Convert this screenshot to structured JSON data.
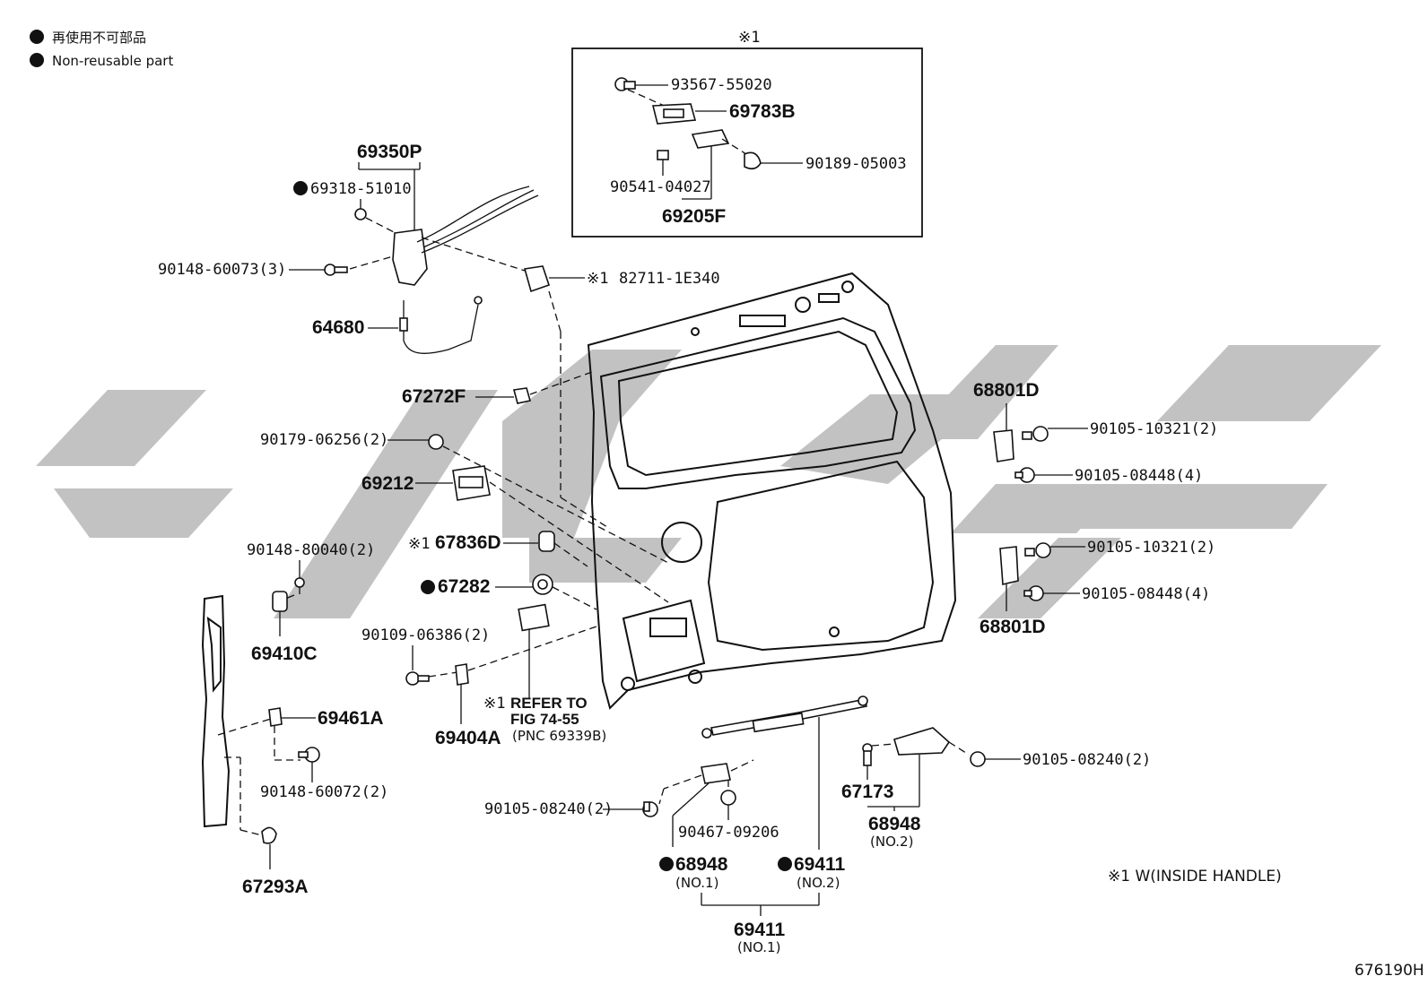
{
  "legend": {
    "ja": "再使用不可部品",
    "en": "Non-reusable part"
  },
  "inset": {
    "marker": "※1",
    "parts": {
      "p93567": "93567-55020",
      "p69783B": "69783B",
      "p90189": "90189-05003",
      "p90541": "90541-04027",
      "p69205F": "69205F"
    }
  },
  "parts": {
    "p69350P": "69350P",
    "p69318": "69318-51010",
    "p90148_60073": "90148-60073(3)",
    "p82711_marker": "※1",
    "p82711": "82711-1E340",
    "p64680": "64680",
    "p67272F": "67272F",
    "p90179": "90179-06256(2)",
    "p69212": "69212",
    "p90148_80040": "90148-80040(2)",
    "p67836D_marker": "※1",
    "p67836D": "67836D",
    "p67282": "67282",
    "p69410C": "69410C",
    "p90109": "90109-06386(2)",
    "p69404A": "69404A",
    "p69461A": "69461A",
    "p90148_60072": "90148-60072(2)",
    "p67293A": "67293A",
    "ref_marker": "※1",
    "ref_line1": "REFER TO",
    "ref_line2": "FIG 74-55",
    "ref_line3": "(PNC 69339B)",
    "p68801D_top": "68801D",
    "p90105_10321_a": "90105-10321(2)",
    "p90105_08448_a": "90105-08448(4)",
    "p90105_10321_b": "90105-10321(2)",
    "p90105_08448_b": "90105-08448(4)",
    "p68801D_bot": "68801D",
    "p90105_08240_r": "90105-08240(2)",
    "p67173": "67173",
    "p68948_no2": "68948",
    "p68948_no2_sub": "(NO.2)",
    "p90105_08240_l": "90105-08240(2)",
    "p90467": "90467-09206",
    "p68948_no1": "68948",
    "p68948_no1_sub": "(NO.1)",
    "p69411_no2": "69411",
    "p69411_no2_sub": "(NO.2)",
    "p69411_no1": "69411",
    "p69411_no1_sub": "(NO.1)"
  },
  "footnote": "※1 W(INSIDE HANDLE)",
  "figure_id": "676190H"
}
